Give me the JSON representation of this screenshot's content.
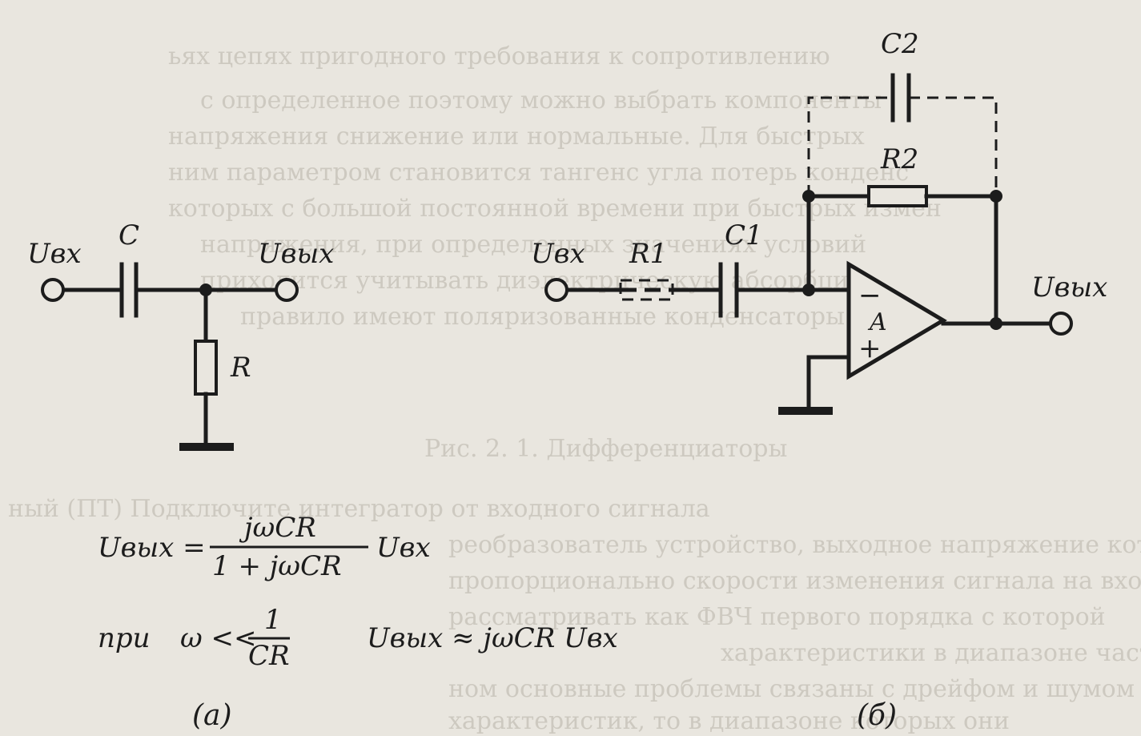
{
  "circuit_a": {
    "input_label": "Uвх",
    "output_label": "Uвых",
    "capacitor_label": "C",
    "resistor_label": "R",
    "caption": "(а)"
  },
  "circuit_b": {
    "input_label": "Uвх",
    "output_label": "Uвых",
    "r1_label": "R1",
    "c1_label": "C1",
    "c2_label": "C2",
    "r2_label": "R2",
    "amp_label": "A",
    "minus_sign": "−",
    "plus_sign": "+",
    "caption": "(б)"
  },
  "formula1": {
    "lhs": "Uвых =",
    "numerator": "jωCR",
    "denominator": "1 + jωCR",
    "rhs": "Uвх"
  },
  "formula2": {
    "prefix": "при",
    "condition": "ω <<",
    "frac_num": "1",
    "frac_den": "CR",
    "result": "Uвых ≈ jωCR Uвх"
  },
  "background_text": [
    "ьях цепях пригодного требования к сопротивлению",
    "с определенное поэтому можно выбрать компоненты",
    "напряжения снижение или нормальные. Для быстрых",
    "ним параметром становится тангенс угла потерь конденс",
    "которых с большой постоянной времени при быстрых измен",
    "напряжения, при определенных значениях условий",
    "приходится учитывать диэлектрическую абсорбцию",
    "правило имеют поляризованные конденсаторы",
    "Рис. 2. 1. Дифференциаторы",
    "ный (ПТ) Подключите интегратор от входного сигнала",
    "реобразователь устройство, выходное напряжение которого",
    "пропорционально скорости изменения сигнала на входе",
    "рассматривать как ФВЧ первого порядка с которой",
    "характеристики в диапазоне частот ниже",
    "ном основные проблемы связаны с дрейфом и шумом",
    "характеристик, то в диапазоне которых они"
  ]
}
